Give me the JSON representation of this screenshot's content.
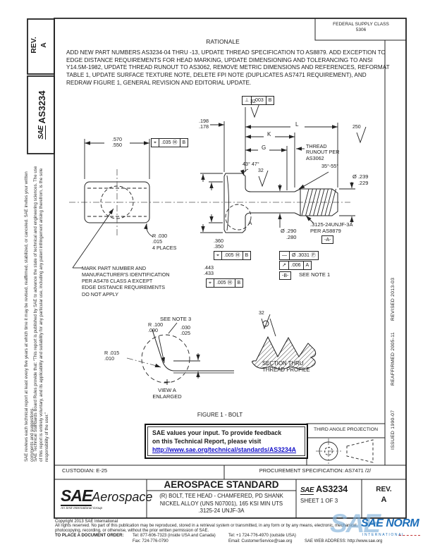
{
  "left_margin": {
    "para1": "SAE Technical Standards Board Rules provide that: “This report is published by SAE to advance the state of technical and engineering sciences. The use of this report is entirely voluntary, and its applicability and suitability for any particular use, including any patent infringement arising therefrom, is the sole responsibility of the user.”",
    "para2": "SAE reviews each technical report at least every five years at which time it may be revised, reaffirmed, stabilized, or canceled. SAE invites your written comments and suggestions."
  },
  "sidebar": {
    "rev": "REV.\nA",
    "sae": "SAE",
    "doc": "AS3234"
  },
  "header": {
    "fsc": "FEDERAL SUPPLY CLASS\n5306",
    "rationale_title": "RATIONALE",
    "rationale": "ADD NEW PART NUMBERS AS3234-04 THRU -13, UPDATE THREAD SPECIFICATION TO AS8879.  ADD EXCEPTION TO\nEDGE DISTANCE REQUIREMENTS FOR HEAD MARKING, UPDATE DIMENSIONING AND TOLERANCING TO ANSI\nY14.5M-1982, UPDATE THREAD RUNOUT TO AS3062, REMOVE METRIC DIMENSIONS AND REFERENCES, REFORMAT\nTABLE 1, UPDATE SURFACE TEXTURE NOTE, DELETE FPI NOTE (DUPLICATES AS7471 REQUIREMENT), AND\nREDRAW FIGURE 1, GENERAL REVISION AND EDITORIAL UPDATE."
  },
  "right_margin": {
    "revised": "REVISED 2013-03",
    "reaffirmed": "REAFFIRMED 2005-11",
    "issued": "ISSUED 1990-07"
  },
  "drawing": {
    "fcf_perp": {
      "sym": "⊥",
      "tol": ".003",
      "datum": "B"
    },
    "finish_32": "32",
    "finish_250": "250",
    "dim_head_thk": ".198\n.178",
    "dim_L": "L",
    "dim_K": "K",
    "dim_G": "G",
    "thread_runout_note": "THREAD\nRUNOUT PER\nAS3062",
    "head_angle": "43°  47°",
    "runout_angle": "35°-55°",
    "dia_sym": "Ø",
    "dia_thread": ".239\n.229",
    "dia_shank": ".290\n.280",
    "thread_callout": ".3125-24UNJF-3A\nPER AS8879",
    "datum_a": "-A-",
    "datum_b": "-B-",
    "see_note_1": "SEE NOTE 1",
    "fcf_straight": {
      "sym": "—",
      "tol": "Ø .3031 Ⓟ"
    },
    "fcf_runout": {
      "sym": "↗",
      "tol": ".006",
      "datum": "A"
    },
    "dim_360": ".360\n.350",
    "dim_443": ".443\n.433",
    "fcf_pos_005": {
      "sym": "⌖",
      "tol": ".005 Ⓜ",
      "datum": "B"
    },
    "dim_570": ".570\n.550",
    "fcf_pos_035": {
      "sym": "⌖",
      "tol": ".035 Ⓜ",
      "datum": "B"
    },
    "radius_note": "R .030\n    .015\n4 PLACES",
    "mark_note": "MARK PART NUMBER AND\nMANUFACTURER'S IDENTIFICATION\nPER AS478 CLASS A EXCEPT\nEDGE DISTANCE REQUIREMENTS\nDO NOT APPLY",
    "see_note_3": "SEE NOTE 3",
    "radius_100": "R .100\n     .090",
    "dim_chamfer": ".030\n.025",
    "radius_015": "R .015\n     .010",
    "view_a": "VIEW A\nENLARGED",
    "detail_a": "A",
    "section_label": "SECTION THRU\nTHREAD PROFILE",
    "figure_caption": "FIGURE 1 - BOLT"
  },
  "feedback": {
    "line1": "SAE values your input. To provide feedback",
    "line2": "on this Technical Report, please visit",
    "url": "http://www.sae.org/technical/standards/AS3234A"
  },
  "projection": {
    "label": "THIRD ANGLE PROJECTION"
  },
  "custodian": "CUSTODIAN: E-25",
  "procurement": "PROCUREMENT SPECIFICATION: AS7471 /2/",
  "title_block": {
    "standard": "AEROSPACE STANDARD",
    "title": "(R) BOLT, TEE HEAD - CHAMFERED, PD SHANK\nNICKEL ALLOY (UNS N07001), 165 KSI MIN UTS\n.3125-24 UNJF-3A",
    "logo_sae": "SAE",
    "logo_aerospace": "Aerospace",
    "logo_sub": "An SAE International Group",
    "doc_sae": "SAE",
    "doc_number": "AS3234",
    "sheet": "SHEET 1 OF 3",
    "rev_label": "REV.",
    "rev_value": "A"
  },
  "footer": {
    "copyright": "Copyright 2013 SAE International",
    "rights": "All rights reserved. No part of this publication may be reproduced, stored in a retrieval system or transmitted, in any form or by any means, electronic, mechanical, photocopying, recording, or otherwise, without the prior written permission of SAE.",
    "order": "TO PLACE A DOCUMENT ORDER:",
    "tel1": "Tel: 877-606-7323 (inside USA and Canada)",
    "tel2": "Tel: +1 724-776-4970 (outside USA)",
    "fax": "Fax: 724-776-0790",
    "email": "Email: CustomerService@sae.org",
    "web": "SAE WEB ADDRESS: http://www.sae.org"
  },
  "watermark": {
    "big": "SAE",
    "name": "SAE NORM",
    "sub": "INTERNATIONAL"
  }
}
